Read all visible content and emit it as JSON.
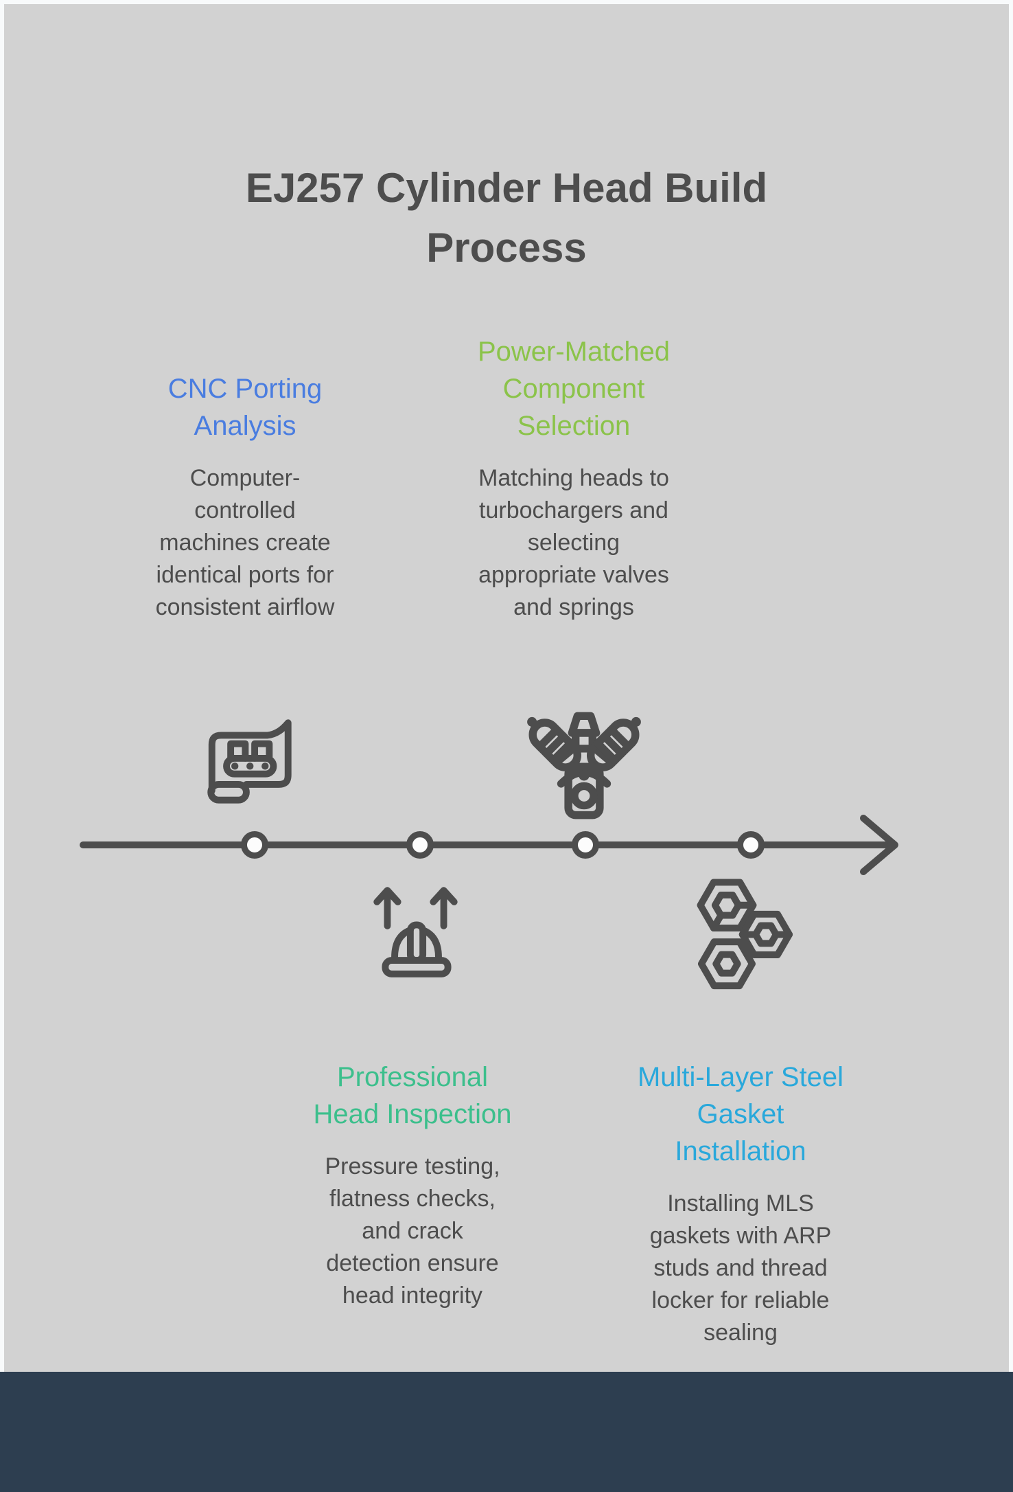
{
  "infographic": {
    "title": "EJ257 Cylinder Head Build\nProcess"
  },
  "colors": {
    "page_background": "#f8fafb",
    "canvas_background": "#d2d2d2",
    "footer_band": "#2d3e50",
    "title_text": "#4d4d4d",
    "body_text": "#4d4d4d",
    "timeline_and_icons": "#4d4d4d",
    "timeline_node_fill": "#fcfcfc",
    "step1_accent": "#4a7de0",
    "step2_accent": "#3cbf8c",
    "step3_accent": "#8bc34a",
    "step4_accent": "#29a8db"
  },
  "timeline": {
    "direction": "left-to-right",
    "node_count": 4
  },
  "steps": [
    {
      "order": 1,
      "position": "above-line",
      "title": "CNC Porting\nAnalysis",
      "description": "Computer-\ncontrolled\nmachines create\nidentical ports for\nconsistent airflow",
      "icon": "blueprint-conveyor-icon",
      "accent": "#4a7de0"
    },
    {
      "order": 2,
      "position": "below-line",
      "title": "Professional\nHead Inspection",
      "description": "Pressure testing,\nflatness checks,\nand crack\ndetection ensure\nhead integrity",
      "icon": "hard-hat-arrows-icon",
      "accent": "#3cbf8c"
    },
    {
      "order": 3,
      "position": "above-line",
      "title": "Power-Matched\nComponent\nSelection",
      "description": "Matching heads to\nturbochargers and\nselecting\nappropriate valves\nand springs",
      "icon": "engine-valves-icon",
      "accent": "#8bc34a"
    },
    {
      "order": 4,
      "position": "below-line",
      "title": "Multi-Layer Steel\nGasket\nInstallation",
      "description": "Installing MLS\ngaskets with ARP\nstuds and thread\nlocker for reliable\nsealing",
      "icon": "hex-nuts-icon",
      "accent": "#29a8db"
    }
  ]
}
